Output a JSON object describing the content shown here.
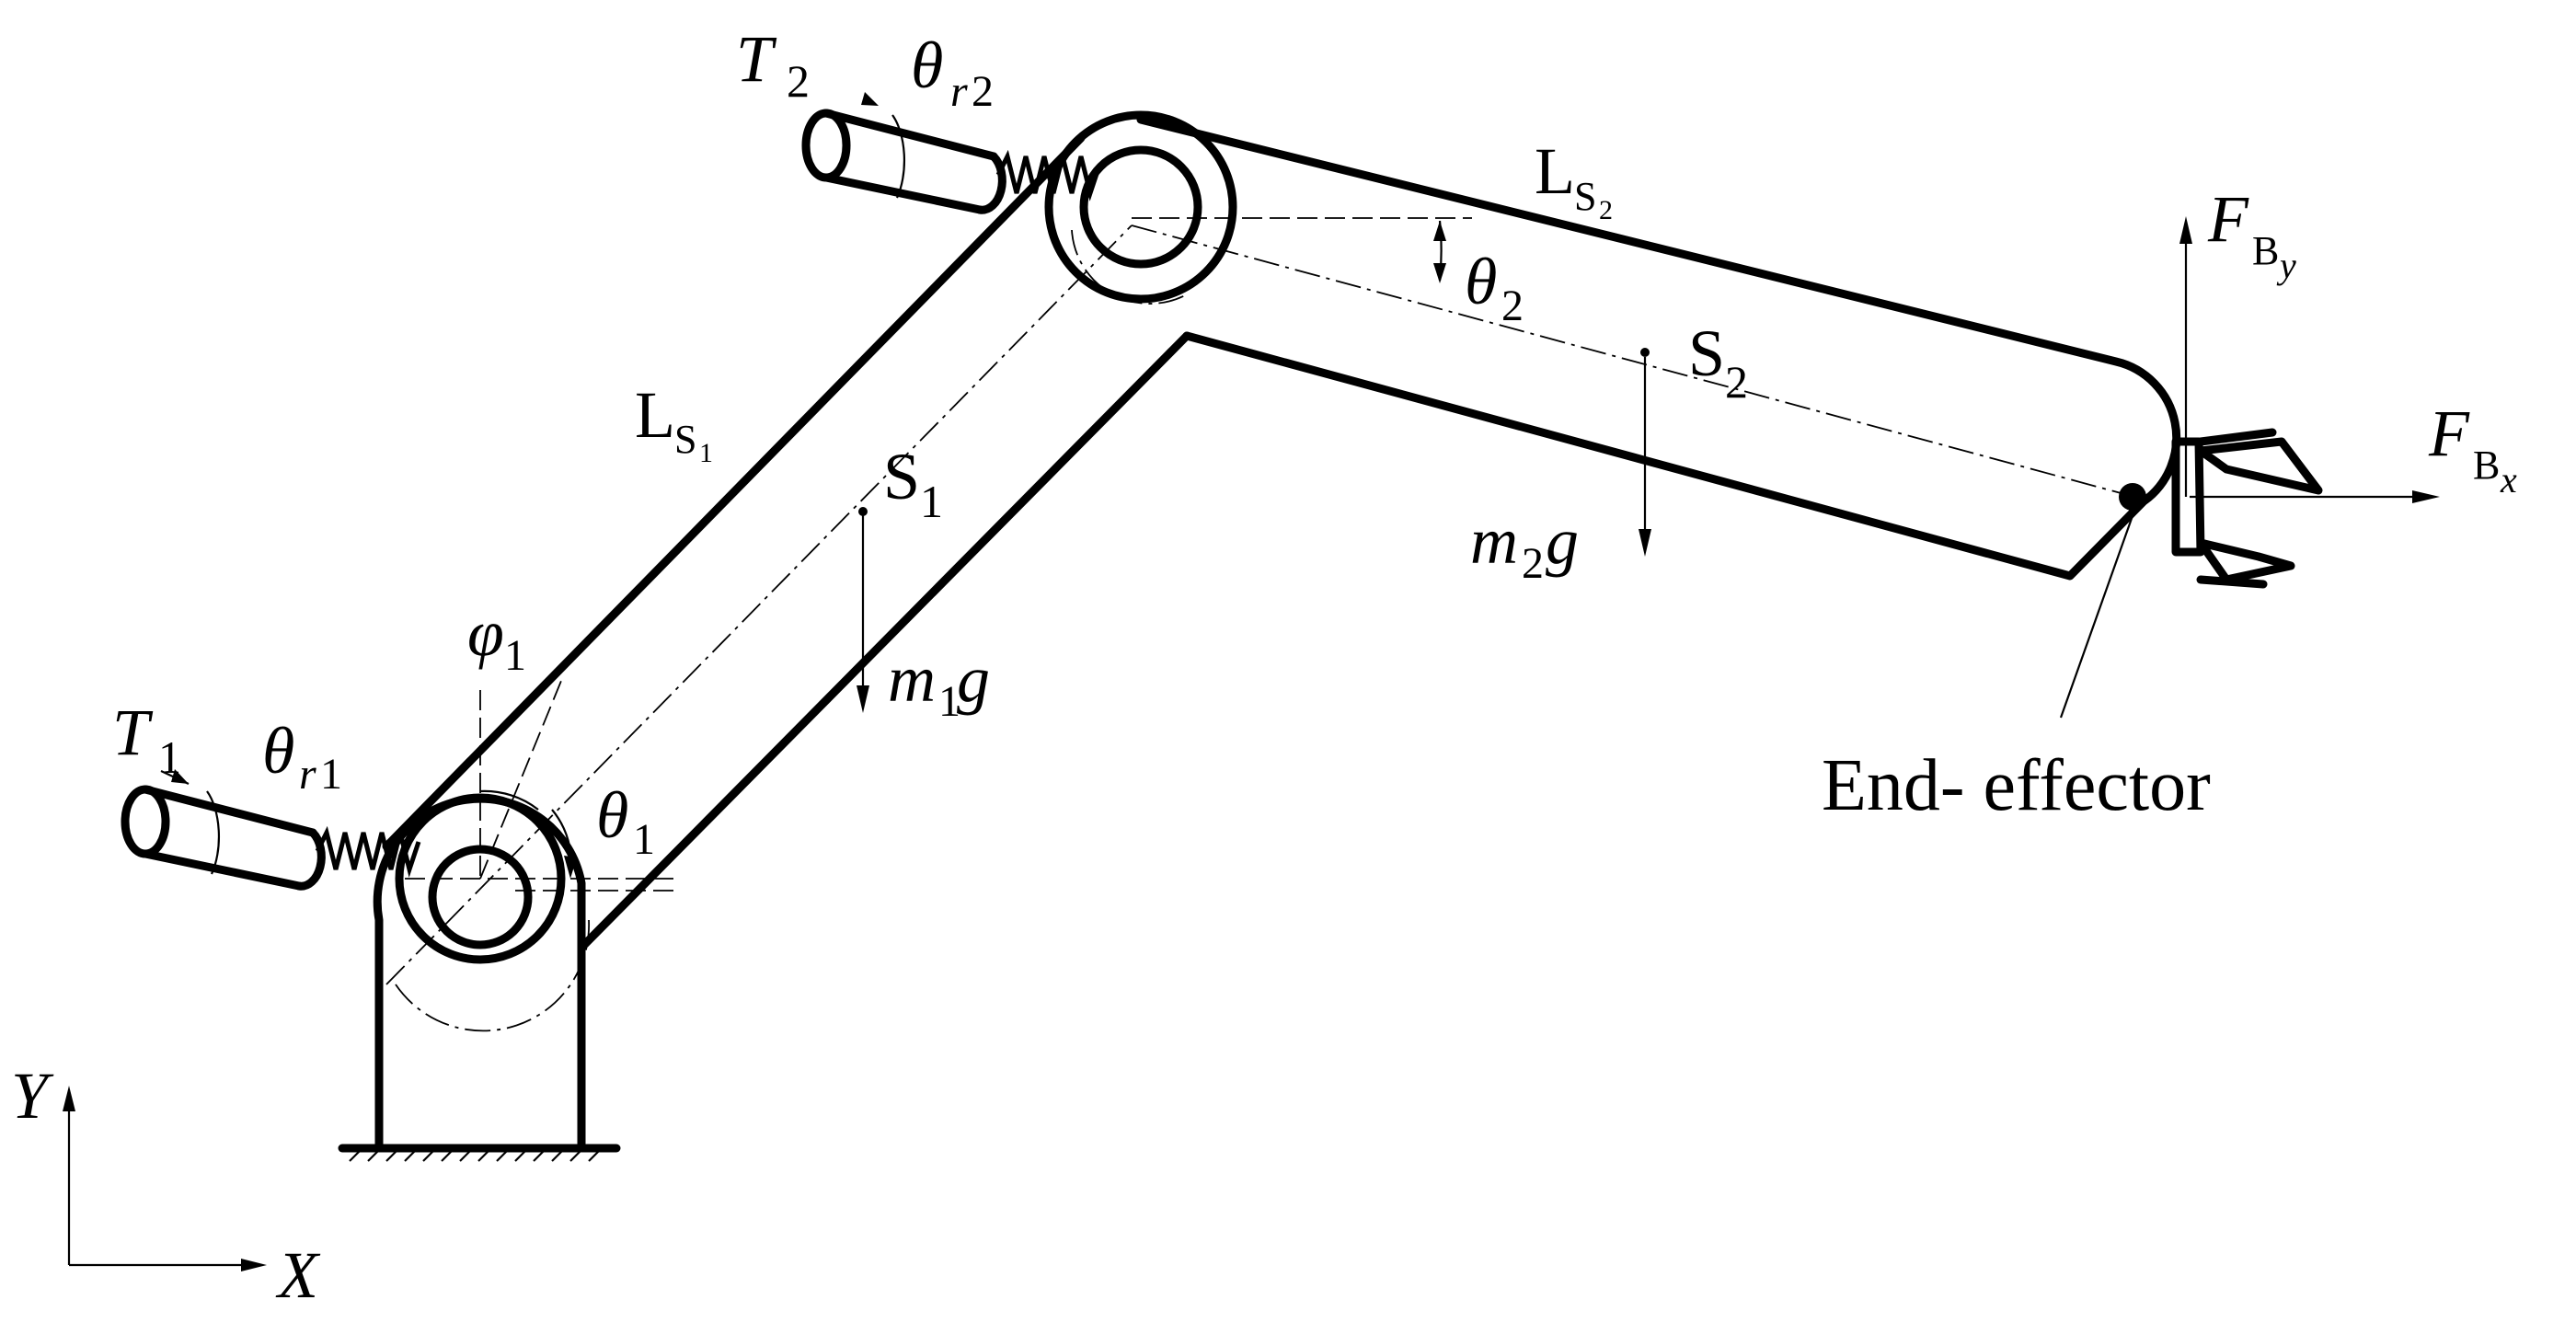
{
  "labels": {
    "T": "T",
    "theta": "θ",
    "phi": "φ",
    "r": "r",
    "L": "L",
    "S": "S",
    "B": "B",
    "F": "F",
    "m": "m",
    "g": "g",
    "x": "x",
    "y": "y",
    "one": "1",
    "two": "2",
    "end_effector": "End- effector",
    "axis_x": "X",
    "axis_y": "Y"
  }
}
